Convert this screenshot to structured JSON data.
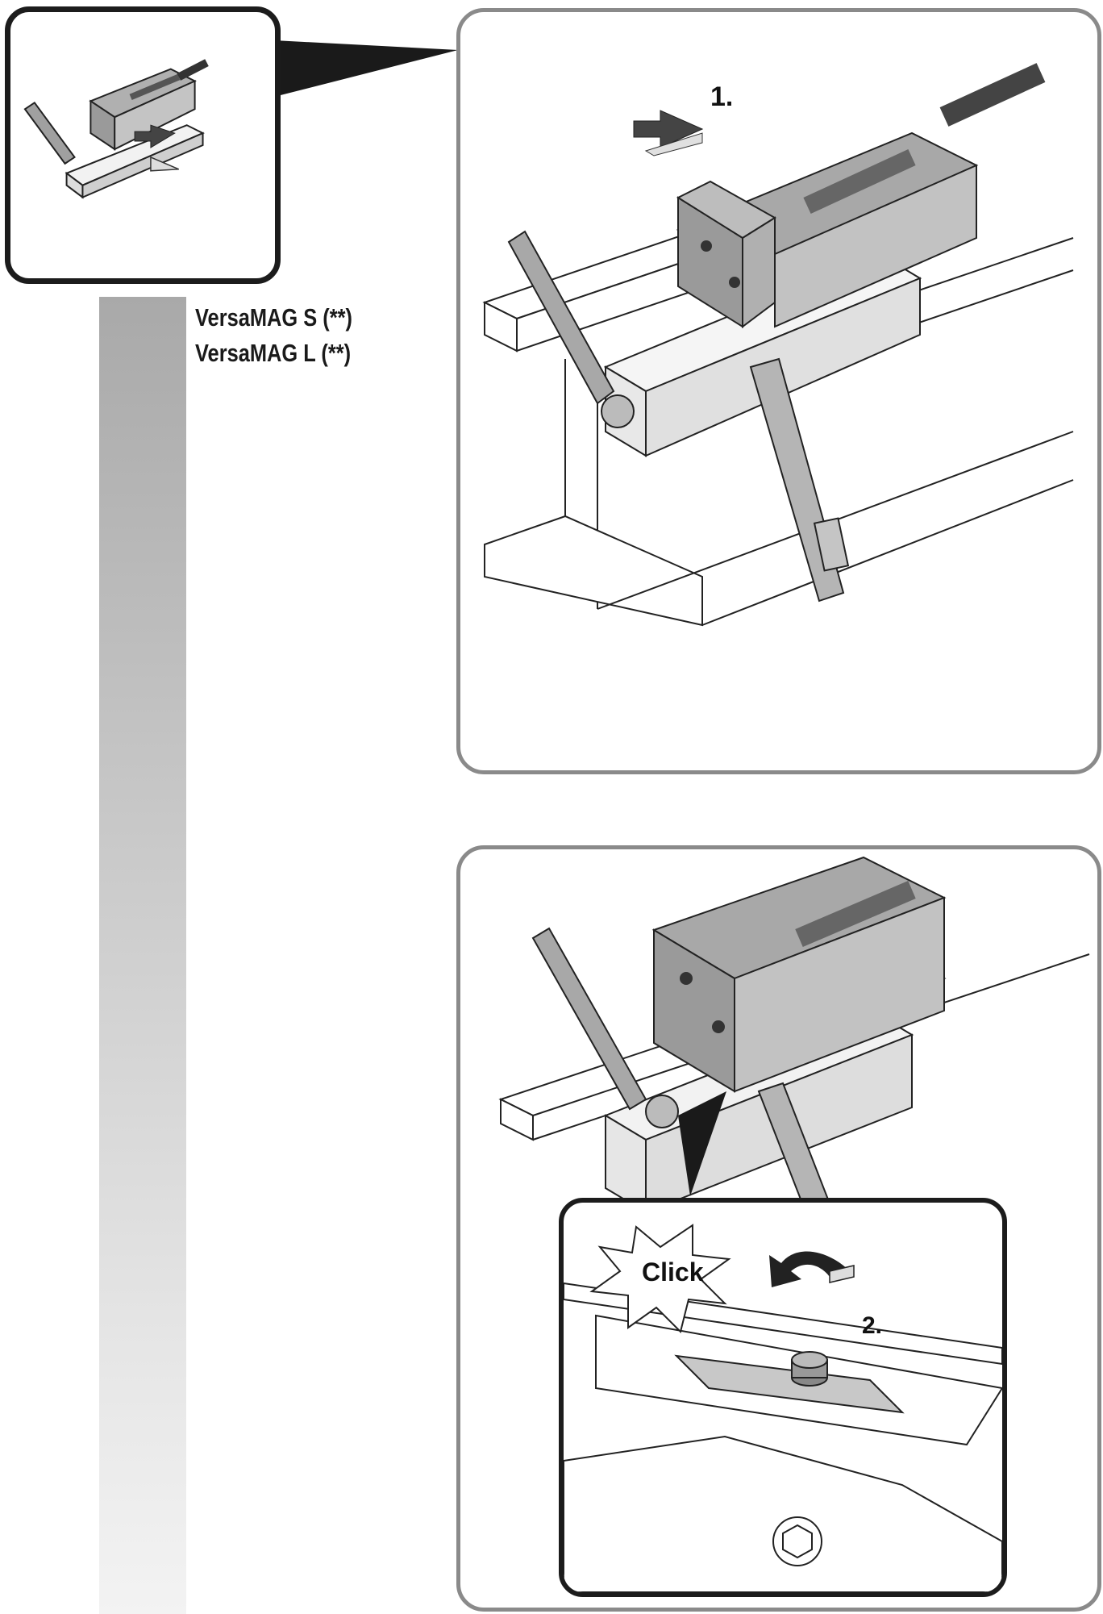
{
  "models": {
    "line1": "VersaMAG S (**)",
    "line2": "VersaMAG L (**)"
  },
  "steps": {
    "step1": "1.",
    "step2": "2."
  },
  "callout": {
    "click": "Click"
  },
  "colors": {
    "panel_border": "#8a8a8a",
    "thumb_border": "#1c1c1c",
    "part_gray": "#a8a8a8",
    "strap_gray": "#b5b5b5"
  }
}
